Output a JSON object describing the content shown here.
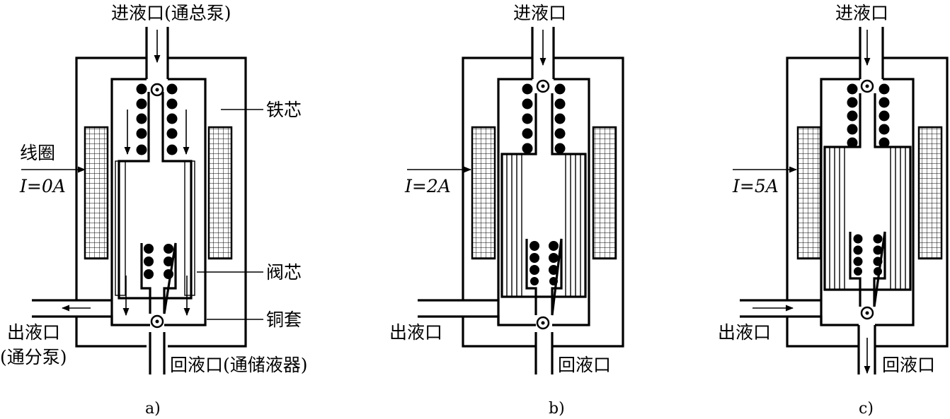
{
  "colors": {
    "line": "#000000",
    "background": "#ffffff"
  },
  "panels": [
    {
      "id": "a",
      "caption": "a)",
      "inlet_label": "进液口(通总泵)",
      "outlet_label_1": "出液口",
      "outlet_label_2": "(通分泵)",
      "return_label": "回液口(通储液器)",
      "coil_label": "线圈",
      "current_label": "I=0A",
      "current_amps": 0,
      "core_label": "铁芯",
      "valve_core_label": "阀芯",
      "sleeve_label": "铜套",
      "inlet_valve": "open",
      "return_valve": "closed"
    },
    {
      "id": "b",
      "caption": "b)",
      "inlet_label": "进液口",
      "outlet_label_1": "出液口",
      "return_label": "回液口",
      "current_label": "I=2A",
      "current_amps": 2,
      "inlet_valve": "closed",
      "return_valve": "closed"
    },
    {
      "id": "c",
      "caption": "c)",
      "inlet_label": "进液口",
      "outlet_label_1": "出液口",
      "return_label": "回液口",
      "current_label": "I=5A",
      "current_amps": 5,
      "inlet_valve": "closed",
      "return_valve": "open"
    }
  ]
}
